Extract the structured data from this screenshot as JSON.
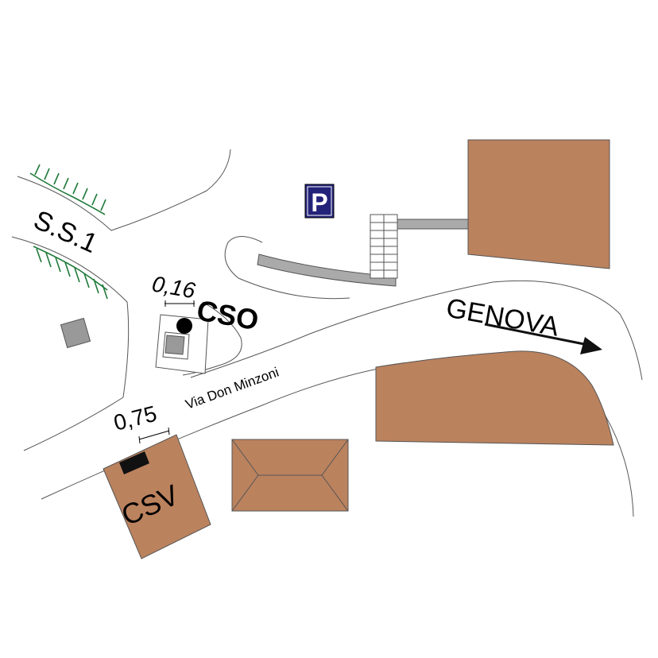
{
  "labels": {
    "road_ss1": "S.S.1",
    "city": "GENOVA",
    "street": "Via Don Minzoni",
    "site_cso": "CSO",
    "site_csv": "CSV",
    "distance_cso": "0,16",
    "distance_csv": "0,75",
    "parking": "P"
  },
  "colors": {
    "building": "#bb825e",
    "gray_block": "#999999",
    "parking_bg": "#23237a",
    "vegetation": "#1f7a3a",
    "road_line": "#555555",
    "arrow": "#111111"
  },
  "icons": {
    "parking": "parking-sign-icon",
    "direction": "arrow-right-icon",
    "site_marker": "dot-marker-icon"
  }
}
